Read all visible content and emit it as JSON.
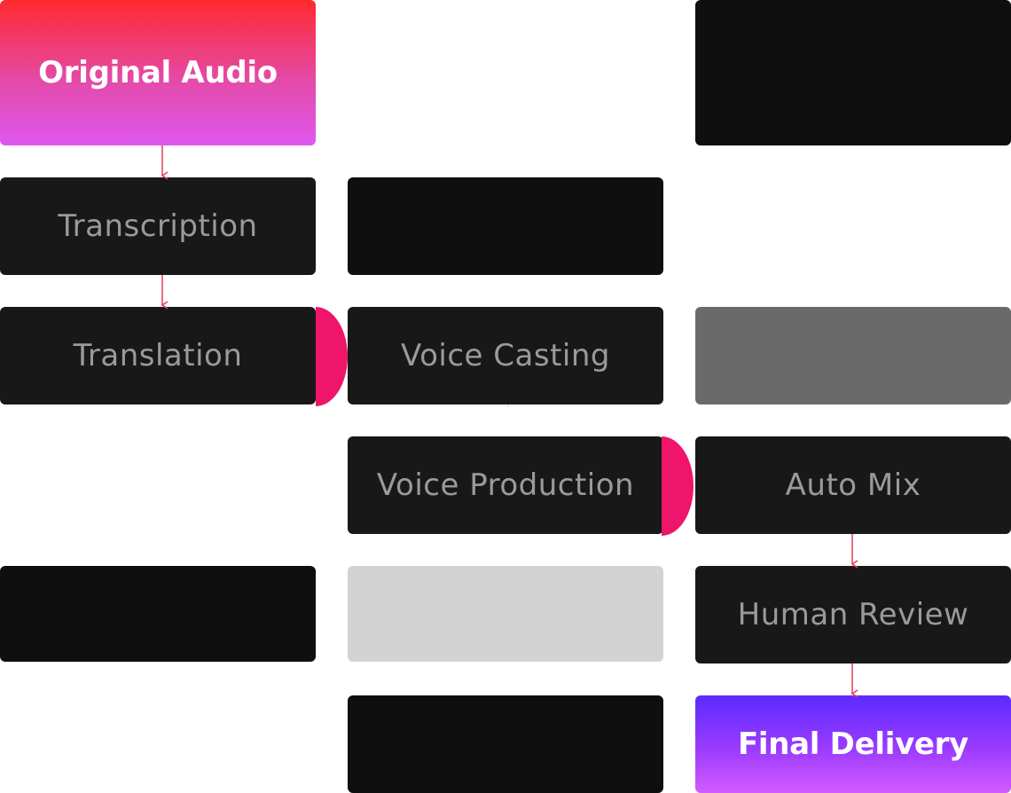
{
  "nodes": {
    "original_audio": "Original Audio",
    "transcription": "Transcription",
    "translation": "Translation",
    "voice_casting": "Voice Casting",
    "voice_production": "Voice Production",
    "auto_mix": "Auto Mix",
    "human_review": "Human Review",
    "final_delivery": "Final Delivery"
  },
  "colors": {
    "accent": "#ef156b",
    "arrow": "#e83a5c",
    "start_gradient": [
      "#ff2a2f",
      "#df58ef"
    ],
    "end_gradient": [
      "#5b2bff",
      "#d25cff"
    ]
  },
  "edges": [
    [
      "original_audio",
      "transcription"
    ],
    [
      "transcription",
      "translation"
    ],
    [
      "translation",
      "voice_casting"
    ],
    [
      "voice_casting",
      "voice_production"
    ],
    [
      "voice_production",
      "auto_mix"
    ],
    [
      "auto_mix",
      "human_review"
    ],
    [
      "human_review",
      "final_delivery"
    ]
  ]
}
